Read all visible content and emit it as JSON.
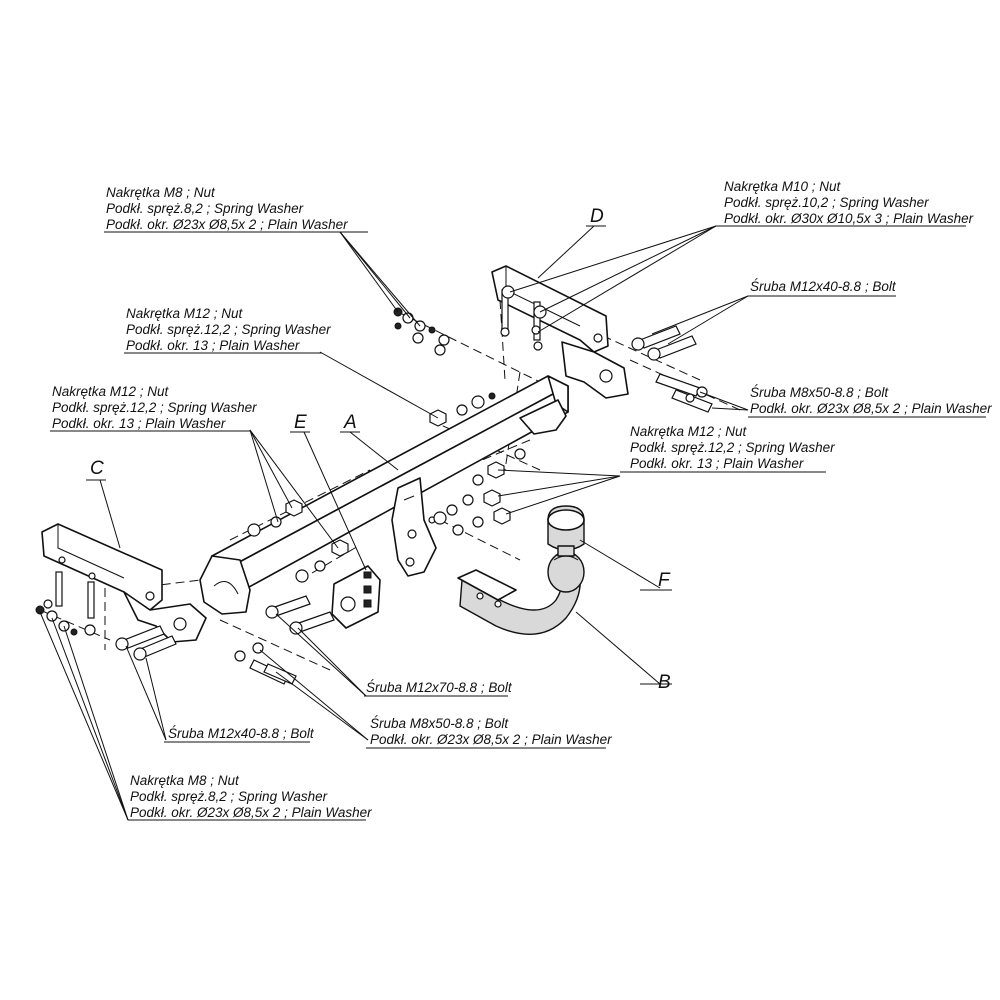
{
  "letters": {
    "A": "A",
    "B": "B",
    "C": "C",
    "D": "D",
    "E": "E",
    "F": "F"
  },
  "callouts": {
    "top_left_nut_m8": [
      "Nakrętka  M8 ; Nut",
      "Podkł. spręż.8,2 ; Spring Washer",
      "Podkł. okr.  Ø23x Ø8,5x 2 ; Plain Washer"
    ],
    "nut_m12_upper": [
      "Nakrętka  M12 ; Nut",
      "Podkł. spręż.12,2 ; Spring Washer",
      "Podkł. okr. 13 ; Plain Washer"
    ],
    "nut_m12_left": [
      "Nakrętka  M12 ; Nut",
      "Podkł. spręż.12,2 ; Spring Washer",
      "Podkł. okr. 13 ; Plain Washer"
    ],
    "nut_m10_right": [
      "Nakrętka  M10 ; Nut",
      "Podkł. spręż.10,2 ; Spring Washer",
      "Podkł. okr.  Ø30x Ø10,5x 3 ; Plain Washer"
    ],
    "bolt_m12x40_right": [
      "Śruba M12x40-8.8 ;  Bolt"
    ],
    "bolt_m8x50_right": [
      "Śruba  M8x50-8.8 ;  Bolt",
      "Podkł. okr.  Ø23x Ø8,5x 2 ; Plain Washer"
    ],
    "nut_m12_right": [
      "Nakrętka  M12 ; Nut",
      "Podkł. spręż.12,2 ; Spring Washer",
      "Podkł. okr. 13 ; Plain Washer"
    ],
    "bolt_m12x70": [
      "Śruba M12x70-8.8 ;  Bolt"
    ],
    "bolt_m8x50_center": [
      "Śruba M8x50-8.8 ;  Bolt",
      "Podkł. okr.  Ø23x Ø8,5x 2 ; Plain Washer"
    ],
    "bolt_m12x40_left": [
      "Śruba M12x40-8.8 ;  Bolt"
    ],
    "bottom_left_nut_m8": [
      "Nakrętka  M8 ; Nut",
      "Podkł. spręż.8,2 ; Spring Washer",
      "Podkł. okr.  Ø23x Ø8,5x 2 ; Plain Washer"
    ]
  }
}
